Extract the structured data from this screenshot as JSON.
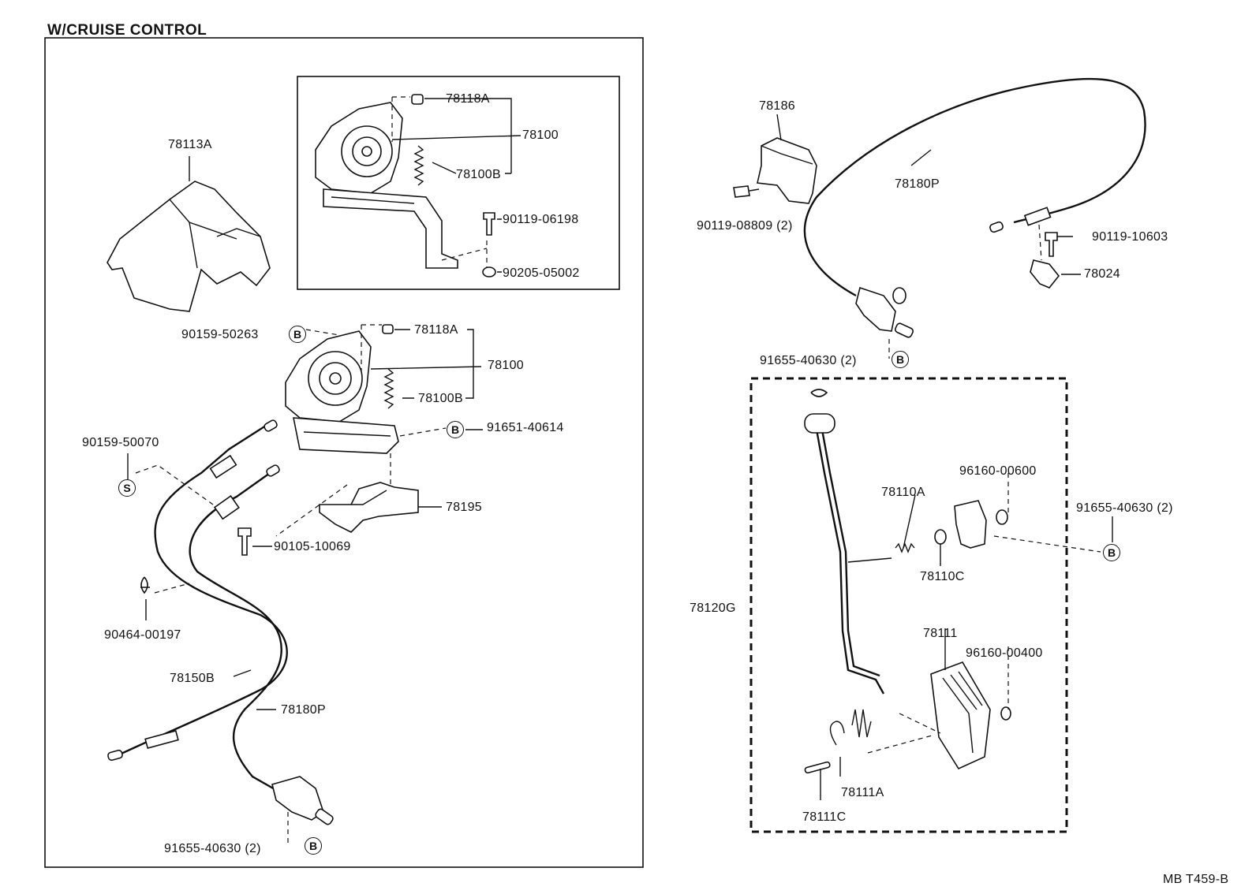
{
  "header": {
    "title": "W/CRUISE CONTROL"
  },
  "footer": {
    "code": "MB  T459-B"
  },
  "markers": {
    "b": "B",
    "s": "S"
  },
  "labels": {
    "p78118A_top": "78118A",
    "p78100_top": "78100",
    "p78100B_top": "78100B",
    "p90119_06198": "90119-06198",
    "p90205_05002": "90205-05002",
    "p78113A": "78113A",
    "p90159_50263": "90159-50263",
    "p78118A_mid": "78118A",
    "p78100_mid": "78100",
    "p78100B_mid": "78100B",
    "p91651_40614": "91651-40614",
    "p90159_50070": "90159-50070",
    "p78195": "78195",
    "p90105_10069": "90105-10069",
    "p90464_00197": "90464-00197",
    "p78150B": "78150B",
    "p78180P_left": "78180P",
    "p91655_40630_left": "91655-40630 (2)",
    "p78186": "78186",
    "p90119_08809": "90119-08809 (2)",
    "p78180P_right": "78180P",
    "p90119_10603": "90119-10603",
    "p78024": "78024",
    "p91655_40630_rtop": "91655-40630 (2)",
    "p96160_00600": "96160-00600",
    "p78110A": "78110A",
    "p91655_40630_rmid": "91655-40630 (2)",
    "p78110C": "78110C",
    "p78120G": "78120G",
    "p78111": "78111",
    "p96160_00400": "96160-00400",
    "p78111A": "78111A",
    "p78111C": "78111C"
  }
}
